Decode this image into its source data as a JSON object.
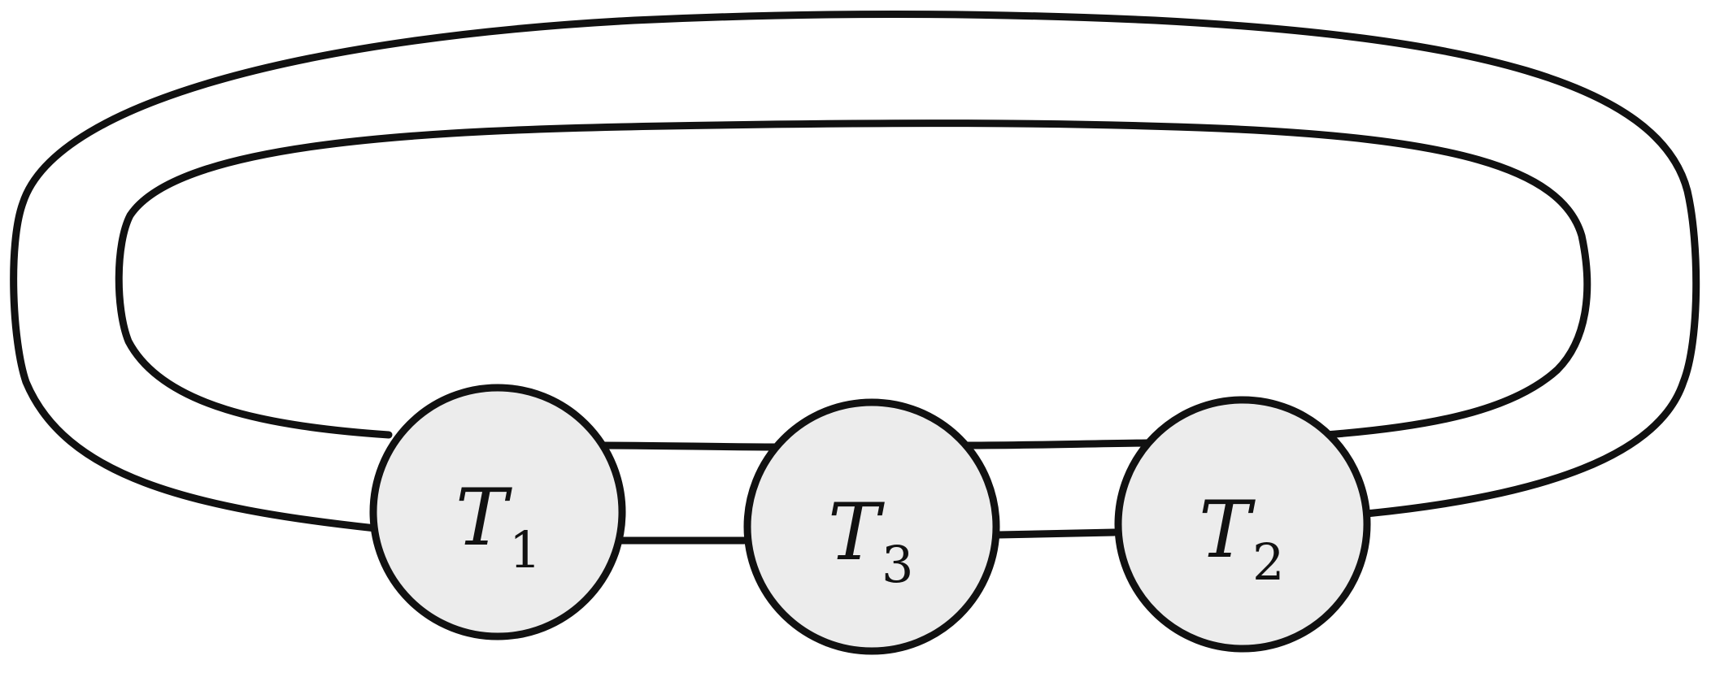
{
  "diagram": {
    "tangles": [
      {
        "id": "t1",
        "letter": "T",
        "subscript": "1"
      },
      {
        "id": "t3",
        "letter": "T",
        "subscript": "3"
      },
      {
        "id": "t2",
        "letter": "T",
        "subscript": "2"
      }
    ]
  },
  "colors": {
    "stroke": "#111111",
    "tangle_fill": "#ececec",
    "background": "#ffffff"
  }
}
